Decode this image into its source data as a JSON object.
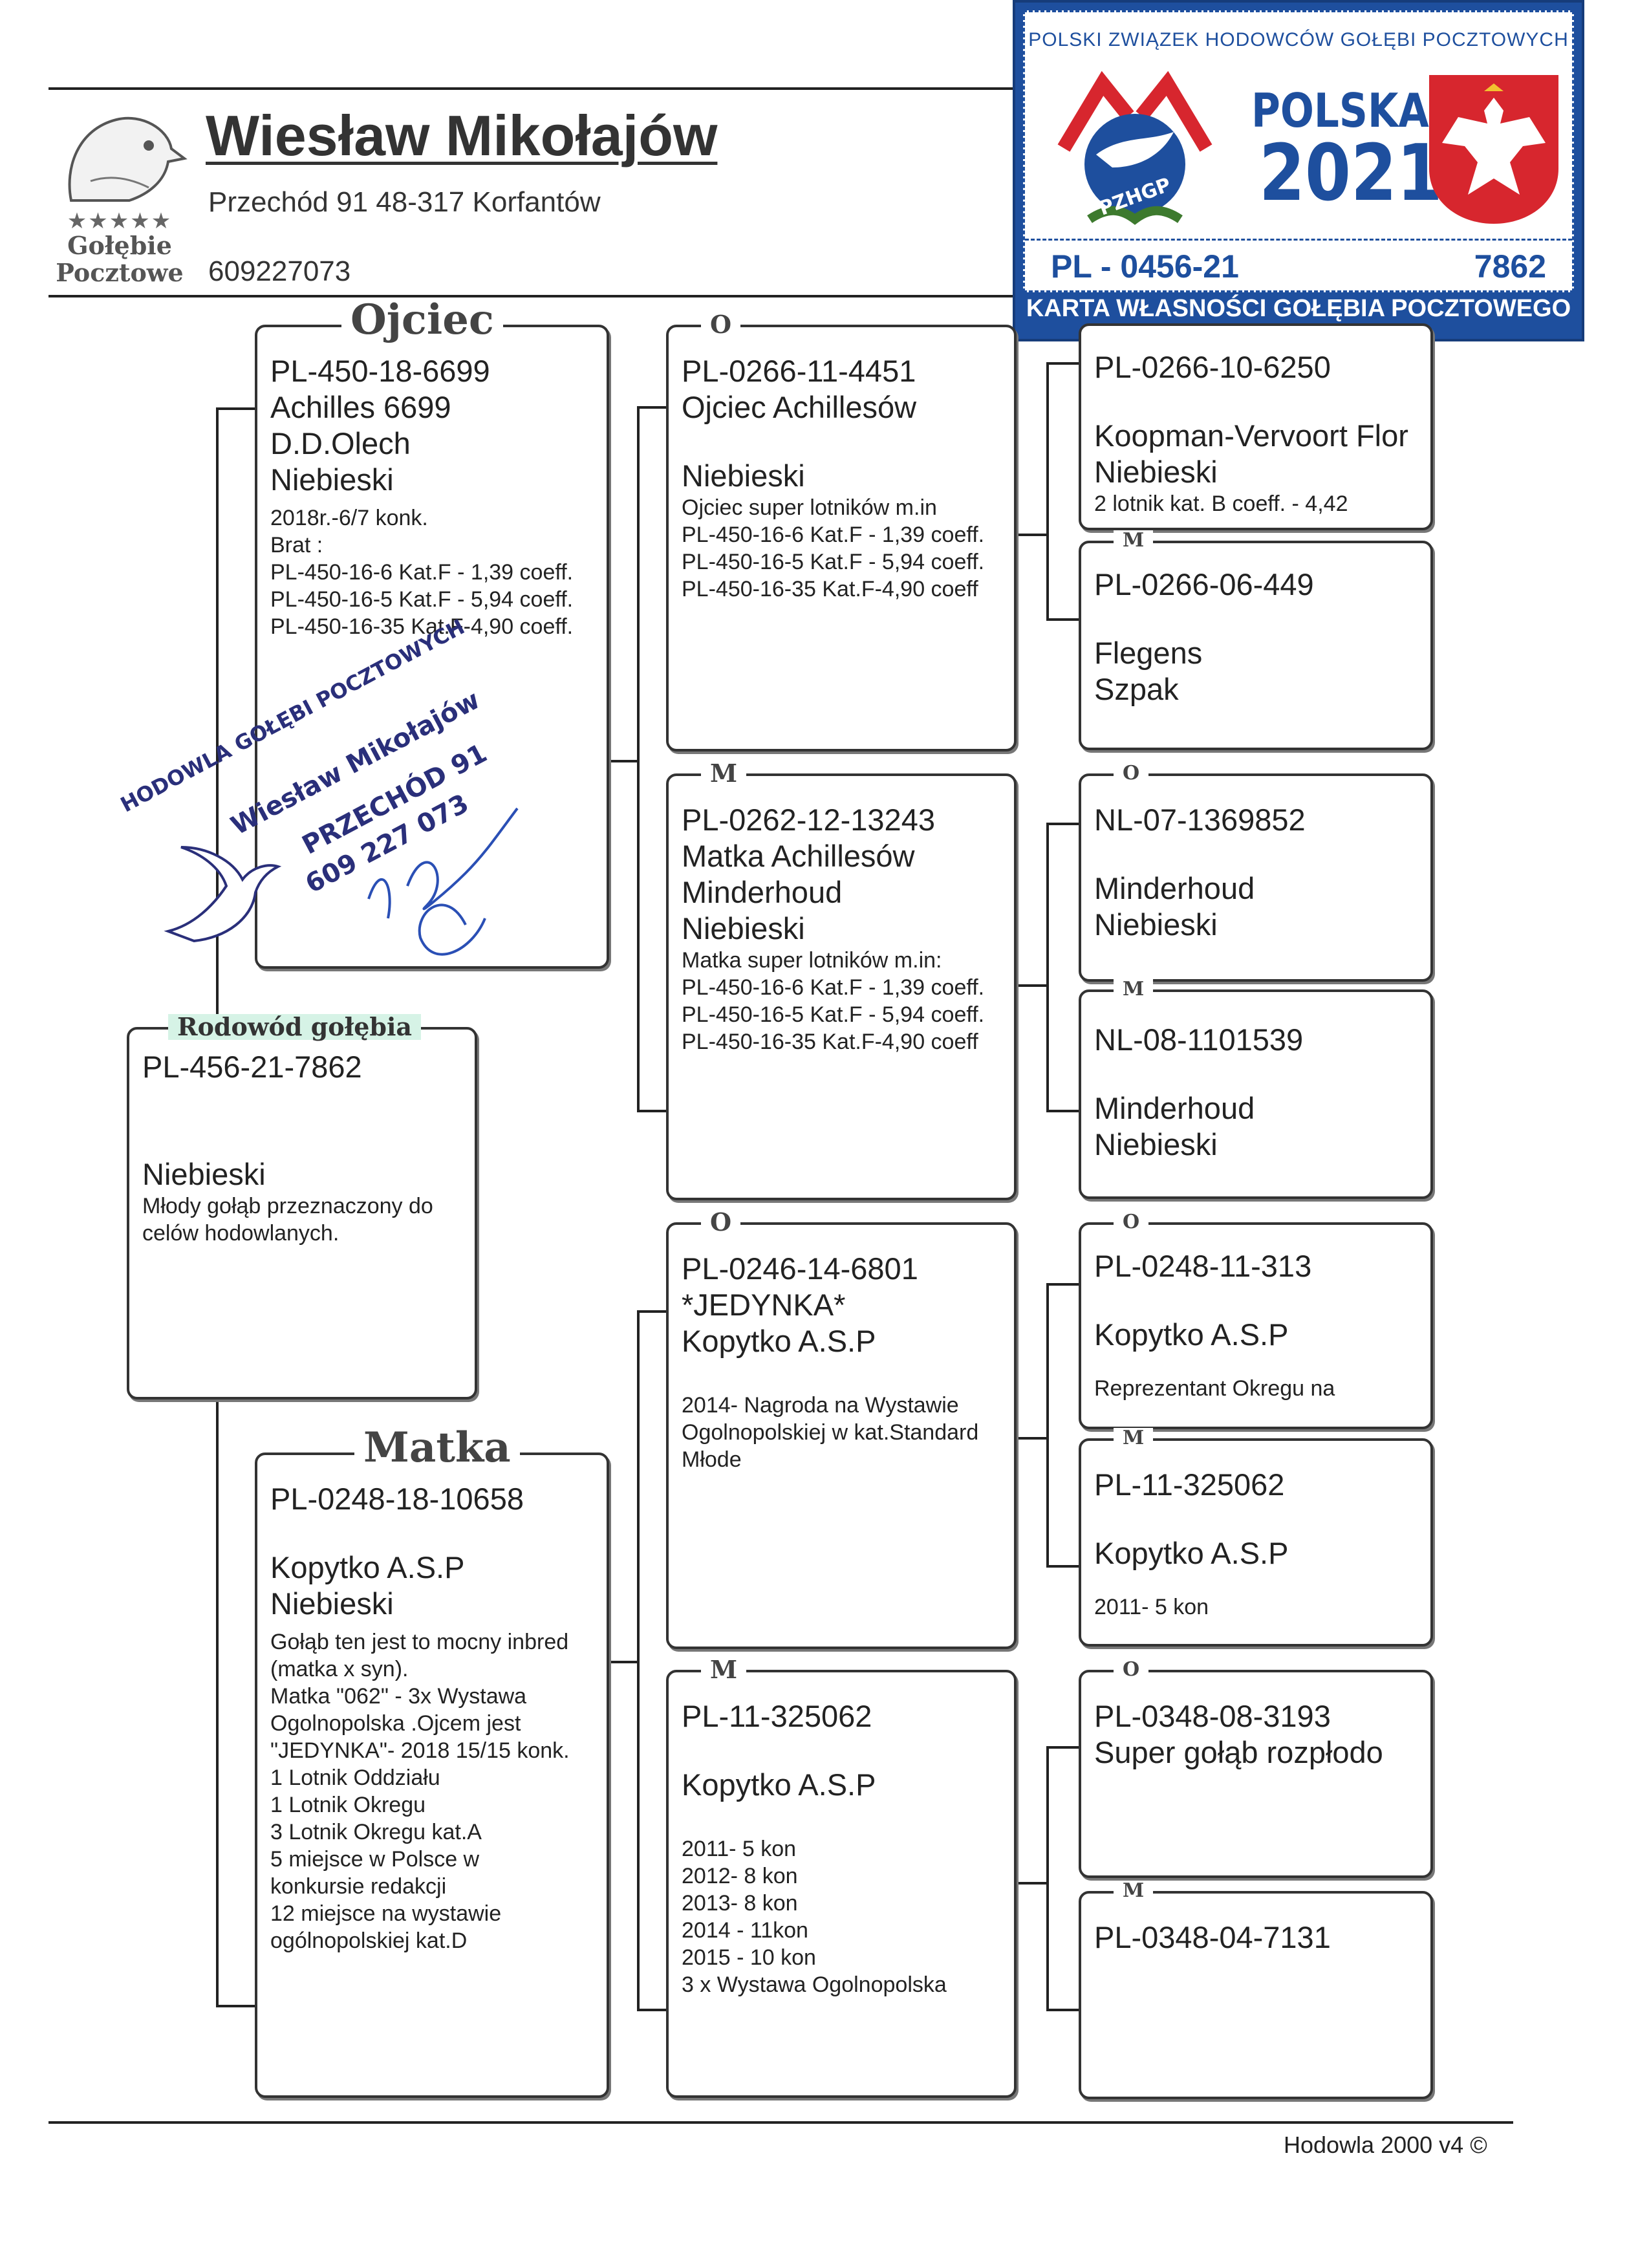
{
  "header": {
    "logo_line1": "★★★★★",
    "logo_line2": "Gołębie",
    "logo_line3": "Pocztowe",
    "name": "Wiesław Mikołajów",
    "address": "Przechód 91 48-317 Korfantów",
    "phone": "609227073"
  },
  "card": {
    "org": "POLSKI ZWIĄZEK HODOWCÓW GOŁĘBI POCZTOWYCH",
    "emblem": "PZHGP",
    "country": "POLSKA",
    "year": "2021",
    "ring": "PL - 0456-21",
    "number": "7862",
    "footer": "KARTA WŁASNOŚCI GOŁĘBIA POCZTOWEGO",
    "colors": {
      "blue": "#1e4f9e",
      "red": "#d7262e"
    }
  },
  "pigeon": {
    "label": "Rodowód gołębia",
    "ring": "PL-456-21-7862",
    "color": "Niebieski",
    "notes": [
      "Młody gołąb przeznaczony do",
      "celów hodowlanych."
    ]
  },
  "father": {
    "label": "Ojciec",
    "lines": [
      "PL-450-18-6699",
      "Achilles 6699",
      "D.D.Olech",
      "Niebieski"
    ],
    "notes": [
      "2018r.-6/7 konk.",
      "Brat :",
      "PL-450-16-6 Kat.F - 1,39 coeff.",
      "PL-450-16-5 Kat.F - 5,94 coeff.",
      "PL-450-16-35 Kat.F-4,90 coeff."
    ]
  },
  "mother": {
    "label": "Matka",
    "ring": "PL-0248-18-10658",
    "lines": [
      "Kopytko A.S.P",
      "Niebieski"
    ],
    "notes": [
      "Gołąb ten jest to mocny inbred",
      "(matka x syn).",
      "Matka \"062\"  - 3x Wystawa",
      "Ogolnopolska .Ojcem jest",
      "\"JEDYNKA\"- 2018 15/15 konk.",
      "1 Lotnik Oddziału",
      "1 Lotnik Okregu",
      "3 Lotnik Okregu kat.A",
      "5 miejsce w Polsce w",
      "konkursie redakcji",
      "12 miejsce na wystawie",
      "ogólnopolskiej kat.D"
    ]
  },
  "gp_ff": {
    "label": "O",
    "lines": [
      "PL-0266-11-4451",
      "Ojciec Achillesów"
    ],
    "color": "Niebieski",
    "notes": [
      "Ojciec super lotników m.in",
      "PL-450-16-6 Kat.F - 1,39 coeff.",
      "PL-450-16-5 Kat.F - 5,94 coeff.",
      "PL-450-16-35 Kat.F-4,90 coeff"
    ]
  },
  "gp_fm": {
    "label": "M",
    "lines": [
      "PL-0262-12-13243",
      "Matka Achillesów",
      "Minderhoud",
      "Niebieski"
    ],
    "notes": [
      "Matka super lotników m.in:",
      "PL-450-16-6 Kat.F - 1,39 coeff.",
      "PL-450-16-5 Kat.F - 5,94 coeff.",
      "PL-450-16-35 Kat.F-4,90 coeff"
    ]
  },
  "gp_mf": {
    "label": "O",
    "lines": [
      "PL-0246-14-6801",
      "*JEDYNKA*",
      "Kopytko A.S.P"
    ],
    "notes": [
      "2014- Nagroda na Wystawie",
      "Ogolnopolskiej w kat.Standard",
      "Młode"
    ]
  },
  "gp_mm": {
    "label": "M",
    "ring": "PL-11-325062",
    "breeder": "Kopytko A.S.P",
    "notes": [
      "2011- 5 kon",
      "2012- 8 kon",
      "2013- 8 kon",
      "2014 - 11kon",
      "2015 - 10 kon",
      "3 x Wystawa Ogolnopolska"
    ]
  },
  "ggp": [
    {
      "label": "",
      "ring": "PL-0266-10-6250",
      "lines": [
        "Koopman-Vervoort Flor",
        "Niebieski"
      ],
      "note": "2 lotnik kat. B coeff. - 4,42"
    },
    {
      "label": "M",
      "ring": "PL-0266-06-449",
      "lines": [
        "Flegens",
        "Szpak"
      ],
      "note": ""
    },
    {
      "label": "O",
      "ring": "NL-07-1369852",
      "lines": [
        "Minderhoud",
        "Niebieski"
      ],
      "note": ""
    },
    {
      "label": "M",
      "ring": "NL-08-1101539",
      "lines": [
        "Minderhoud",
        "Niebieski"
      ],
      "note": ""
    },
    {
      "label": "O",
      "ring": "PL-0248-11-313",
      "lines": [
        "Kopytko A.S.P"
      ],
      "note": "Reprezentant Okregu na"
    },
    {
      "label": "M",
      "ring": "PL-11-325062",
      "lines": [
        "Kopytko A.S.P"
      ],
      "note": "2011- 5 kon"
    },
    {
      "label": "O",
      "ring": "PL-0348-08-3193",
      "lines": [
        "Super gołąb rozpłodo"
      ],
      "note": ""
    },
    {
      "label": "M",
      "ring": "PL-0348-04-7131",
      "lines": [],
      "note": ""
    }
  ],
  "stamp": {
    "line1": "HODOWLA GOŁĘBI POCZTOWYCH",
    "line2": "Wiesław Mikołajów",
    "line3": "PRZECHÓD 91",
    "line4": "609 227 073"
  },
  "footer": "Hodowla 2000 v4 ©"
}
